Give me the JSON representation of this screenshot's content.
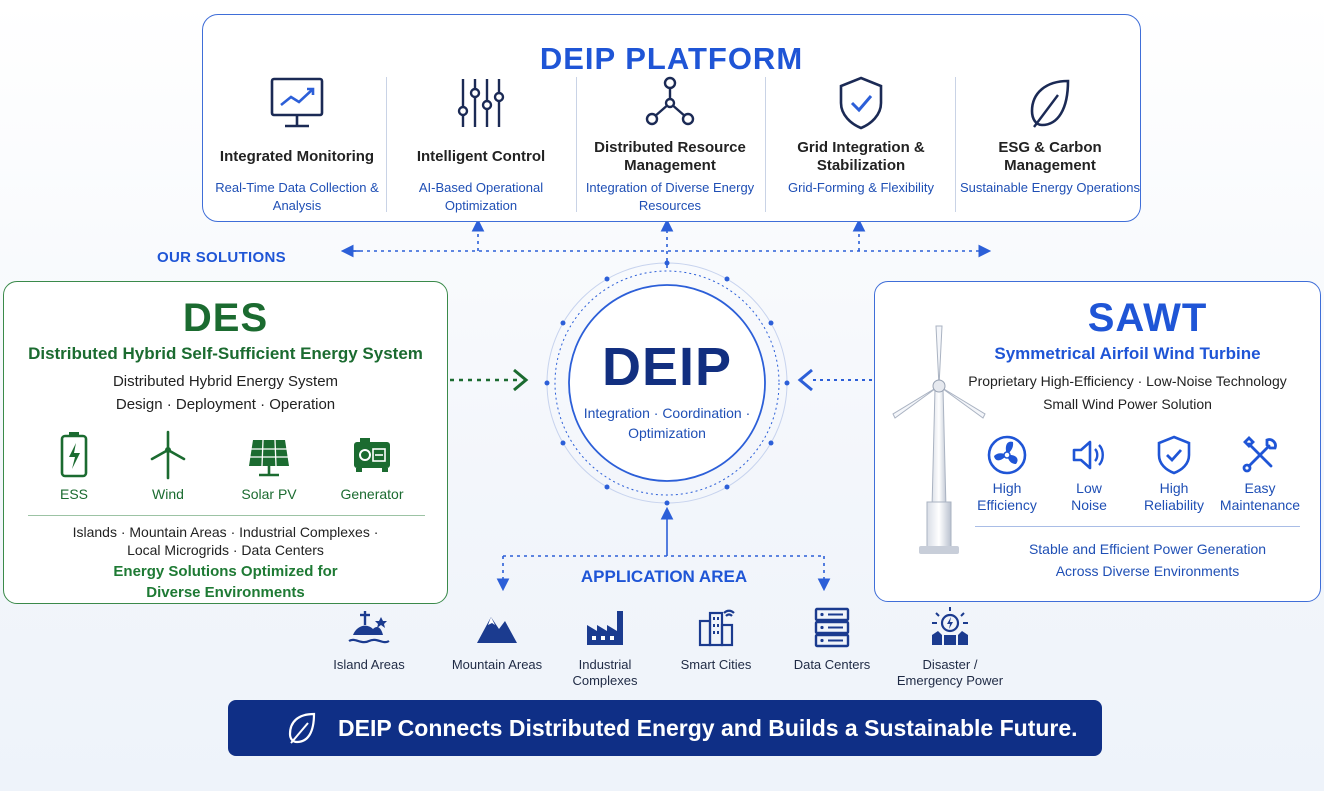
{
  "platform": {
    "title": "DEIP PLATFORM",
    "columns": [
      {
        "icon": "monitor-chart-icon",
        "title": "Integrated Monitoring",
        "desc": "Real-Time Data Collection & Analysis"
      },
      {
        "icon": "sliders-icon",
        "title": "Intelligent Control",
        "desc": "AI-Based Operational Optimization"
      },
      {
        "icon": "network-nodes-icon",
        "title": "Distributed Resource Management",
        "desc": "Integration of Diverse Energy Resources"
      },
      {
        "icon": "shield-check-icon",
        "title": "Grid Integration & Stabilization",
        "desc": "Grid-Forming & Flexibility"
      },
      {
        "icon": "leaf-icon",
        "title": "ESG & Carbon Management",
        "desc": "Sustainable Energy Operations"
      }
    ]
  },
  "our_solutions_label": "OUR SOLUTIONS",
  "des": {
    "title": "DES",
    "subtitle": "Distributed Hybrid Self-Sufficient Energy System",
    "line1": "Distributed Hybrid Energy System",
    "line2": "Design · Deployment · Operation",
    "items": [
      {
        "icon": "battery-icon",
        "label": "ESS"
      },
      {
        "icon": "wind-turbine-icon",
        "label": "Wind"
      },
      {
        "icon": "solar-panel-icon",
        "label": "Solar PV"
      },
      {
        "icon": "generator-icon",
        "label": "Generator"
      }
    ],
    "apps_line1": "Islands · Mountain Areas · Industrial Complexes ·",
    "apps_line2": "Local Microgrids · Data Centers",
    "optimized_line1": "Energy Solutions Optimized for",
    "optimized_line2": "Diverse Environments"
  },
  "core": {
    "title": "DEIP",
    "sub_line1": "Integration · Coordination ·",
    "sub_line2": "Optimization"
  },
  "sawt": {
    "title": "SAWT",
    "subtitle": "Symmetrical Airfoil Wind Turbine",
    "line1": "Proprietary High-Efficiency · Low-Noise Technology",
    "line2": "Small Wind Power Solution",
    "features": [
      {
        "icon": "fan-icon",
        "line1": "High",
        "line2": "Efficiency"
      },
      {
        "icon": "speaker-icon",
        "line1": "Low",
        "line2": "Noise"
      },
      {
        "icon": "shield-check-icon",
        "line1": "High",
        "line2": "Reliability"
      },
      {
        "icon": "tools-icon",
        "line1": "Easy",
        "line2": "Maintenance"
      }
    ],
    "footer_line1": "Stable and Efficient Power Generation",
    "footer_line2": "Across Diverse Environments"
  },
  "application": {
    "title": "APPLICATION AREA",
    "items": [
      {
        "icon": "island-icon",
        "line1": "Island Areas",
        "line2": ""
      },
      {
        "icon": "mountain-icon",
        "line1": "Mountain Areas",
        "line2": ""
      },
      {
        "icon": "factory-icon",
        "line1": "Industrial",
        "line2": "Complexes"
      },
      {
        "icon": "smart-city-icon",
        "line1": "Smart Cities",
        "line2": ""
      },
      {
        "icon": "server-icon",
        "line1": "Data Centers",
        "line2": ""
      },
      {
        "icon": "emergency-power-icon",
        "line1": "Disaster /",
        "line2": "Emergency Power"
      }
    ]
  },
  "banner": {
    "icon": "leaf-icon",
    "text": "DEIP Connects Distributed Energy and Builds a Sustainable Future."
  },
  "colors": {
    "primary_blue": "#1f55d6",
    "navy": "#122f80",
    "green": "#1b6b30",
    "banner_bg": "#0f2f86"
  }
}
